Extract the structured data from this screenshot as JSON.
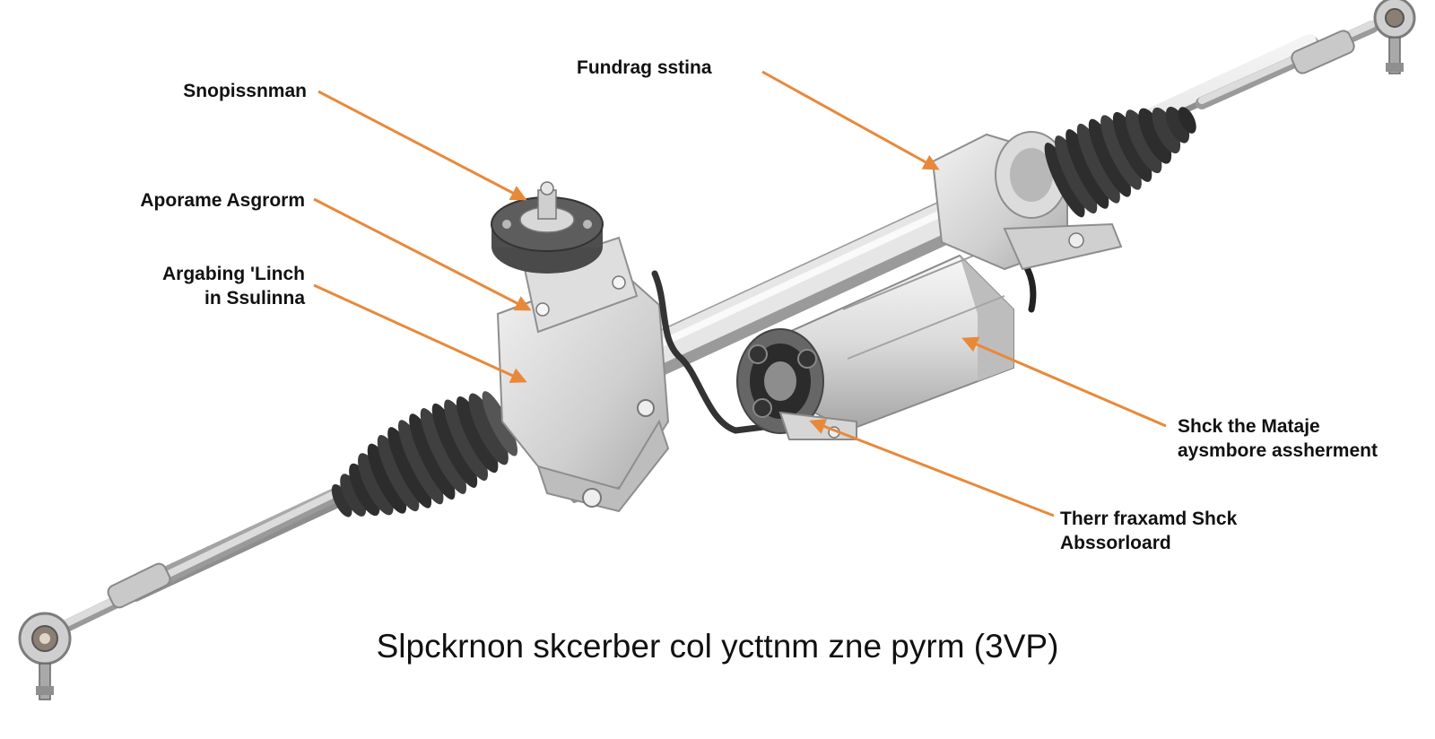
{
  "accent_color": "#e8893a",
  "labels": {
    "snopissnman": "Snopissnman",
    "aporame": "Aporame Asgrorm",
    "argabing_1": "Argabing 'Linch",
    "argabing_2": "in Ssulinna",
    "fundrag": "Fundrag sstina",
    "shck_mataje_1": "Shck the Mataje",
    "shck_mataje_2": "aysmbore assherment",
    "therr_1": "Therr fraxamd Shck",
    "therr_2": "Abssorloard"
  },
  "caption": "Slpckrnon skcerber col ycttnm zne pyrm (3VP)"
}
